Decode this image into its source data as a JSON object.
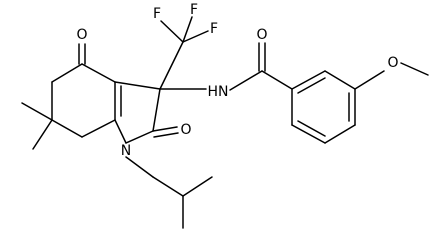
{
  "molecule": {
    "atom_labels": {
      "ketone_o": "O",
      "lactam_o": "O",
      "amide_o": "O",
      "methoxy_o": "O",
      "ring_n": "N",
      "amide_nh": "HN",
      "f1": "F",
      "f2": "F",
      "f3": "F"
    }
  }
}
